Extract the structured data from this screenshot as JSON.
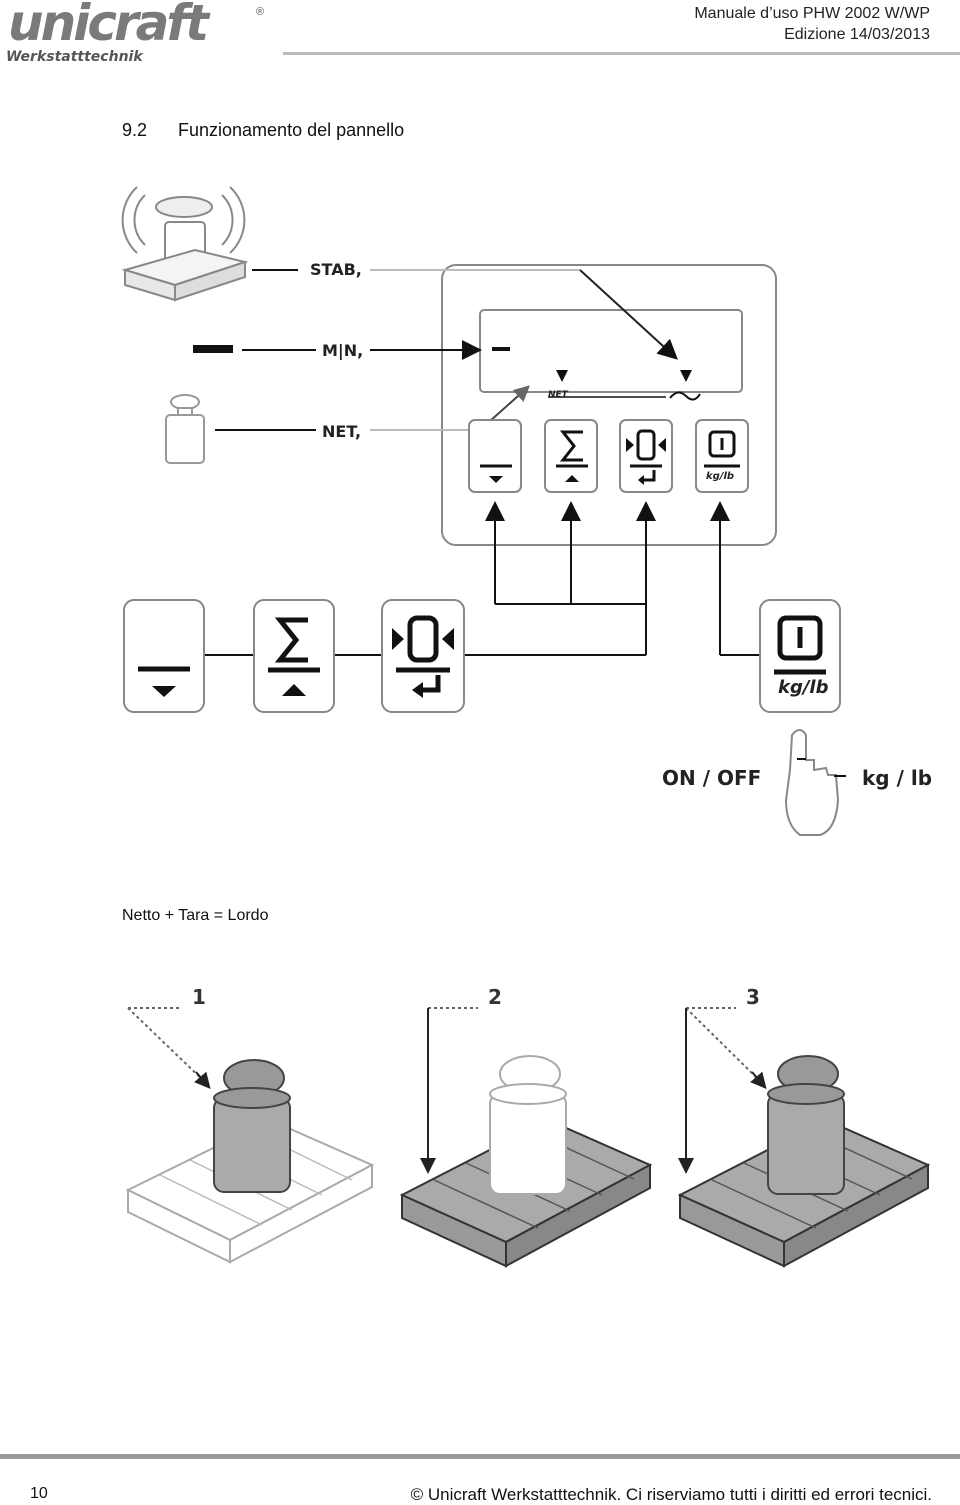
{
  "header": {
    "logo_text": "unicraft",
    "logo_subtitle": "Werkstatttechnik",
    "logo_mark": "®",
    "doc_title": "Manuale d’uso PHW 2002 W/WP",
    "edition": "Edizione 14/03/2013"
  },
  "section": {
    "number": "9.2",
    "title": "Funzionamento del pannello"
  },
  "panel": {
    "label_stab": "STAB,",
    "label_mn": "M|N,",
    "label_net": "NET,",
    "display_net": "NET",
    "key_kglb_small": "kg/lb",
    "key_kglb_large": "kg/lb",
    "label_on_off": "ON / OFF",
    "label_kg_lb": "kg / lb"
  },
  "formula": "Netto + Tara = Lordo",
  "steps": [
    "1",
    "2",
    "3"
  ],
  "footer": {
    "page_number": "10",
    "copyright": "© Unicraft Werkstatttechnik. Ci riserviamo tutti i diritti ed errori tecnici."
  }
}
